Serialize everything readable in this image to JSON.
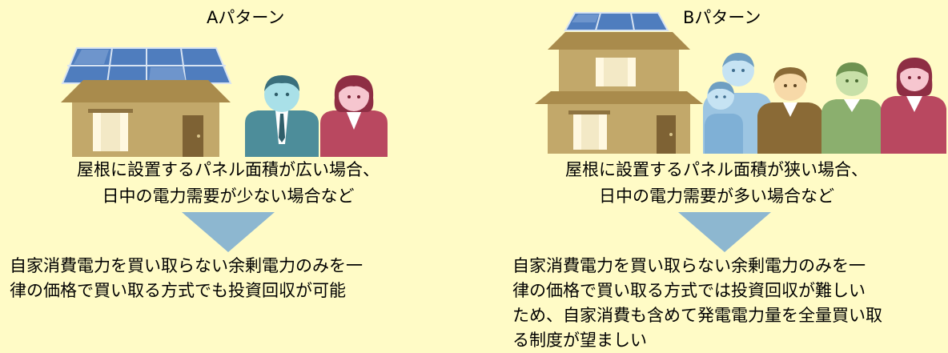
{
  "pattern_a": {
    "title": "Aパターン",
    "condition_line1": "屋根に設置するパネル面積が広い場合、",
    "condition_line2": "日中の電力需要が少ない場合など",
    "result_line1": "自家消費電力を買い取らない余剰電力のみを一",
    "result_line2": "律の価格で買い取る方式でも投資回収が可能"
  },
  "pattern_b": {
    "title": "Bパターン",
    "condition_line1": "屋根に設置するパネル面積が狭い場合、",
    "condition_line2": "日中の電力需要が多い場合など",
    "result_line1": "自家消費電力を買い取らない余剰電力のみを一",
    "result_line2": "律の価格で買い取る方式では投資回収が難しい",
    "result_line3": "ため、自家消費も含めて発電電力量を全量買い取",
    "result_line4": "る制度が望ましい"
  },
  "colors": {
    "background": "#FFFBC6",
    "arrow": "#8DB7D0",
    "house_wall": "#C2A86A",
    "house_roof": "#A98B4C",
    "solar_panel": "#4F7DBE",
    "suit_teal": "#4D8D9A",
    "suit_red": "#B94860",
    "suit_brown": "#8A6A36",
    "suit_green": "#8BAF6E",
    "suit_lightblue": "#9CC5E2"
  }
}
